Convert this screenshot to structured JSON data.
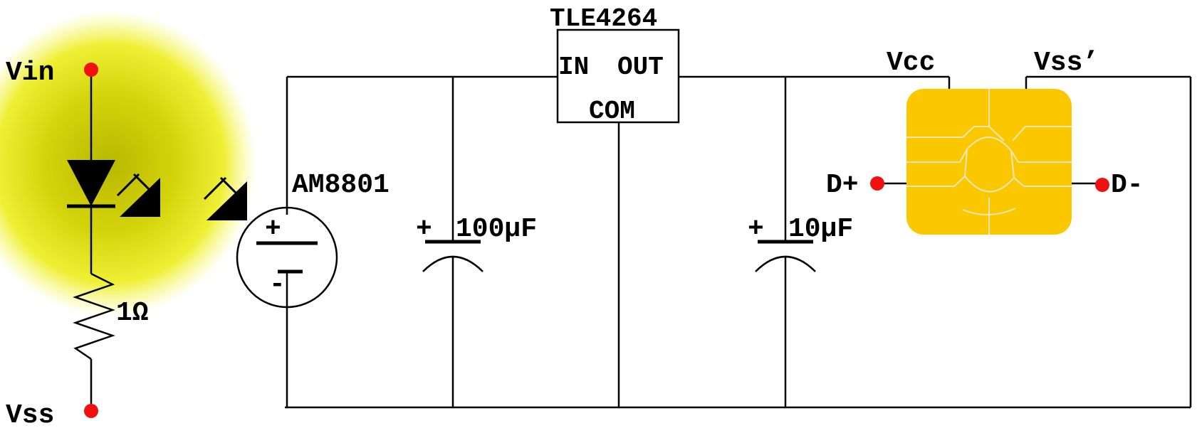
{
  "labels": {
    "vin": "Vin",
    "vss": "Vss",
    "resistor": "1Ω",
    "source": "AM8801",
    "source_plus": "+",
    "source_minus": "-",
    "regulator": "TLE4264",
    "reg_in": "IN",
    "reg_out": "OUT",
    "reg_com": "COM",
    "cap1_plus": "+",
    "cap1_value": "100µF",
    "cap2_plus": "+",
    "cap2_value": "10µF",
    "vcc": "Vcc",
    "vss_prime": "Vss’",
    "d_plus": "D+",
    "d_minus": "D-"
  },
  "colors": {
    "glow": "#e6e620",
    "terminal": "#ee1111",
    "chip_fill": "#fbc800",
    "chip_line": "#f3e6b8",
    "wire": "#000000"
  },
  "icons": {
    "led": "led-diode-icon",
    "light_arrows": "light-emission-arrows-icon",
    "smartcard": "smartcard-chip-icon"
  }
}
